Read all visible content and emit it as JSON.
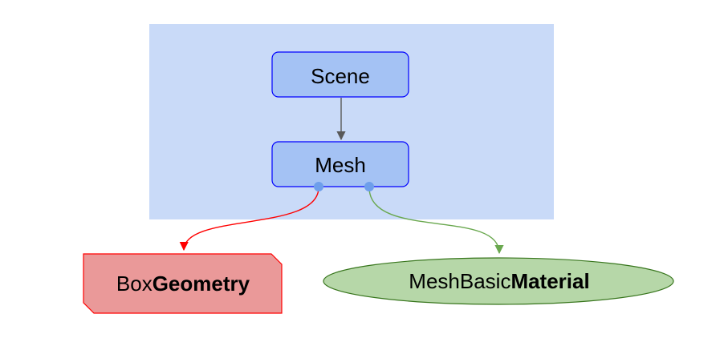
{
  "nodes": {
    "scene": {
      "label": "Scene"
    },
    "mesh": {
      "label": "Mesh"
    },
    "geometry": {
      "label_prefix": "Box",
      "label_bold": "Geometry"
    },
    "material": {
      "label_prefix": "MeshBasic",
      "label_bold": "Material"
    }
  },
  "colors": {
    "group_background": "#c9daf8",
    "node_fill": "#a4c2f4",
    "node_stroke": "#0000ff",
    "connector_dot": "#6d9eeb",
    "scene_to_mesh_arrow": "#595959",
    "geometry_fill": "#ea9999",
    "geometry_stroke": "#ff0000",
    "material_fill": "#b6d7a8",
    "material_stroke": "#38761d",
    "material_link": "#6aa84f"
  }
}
